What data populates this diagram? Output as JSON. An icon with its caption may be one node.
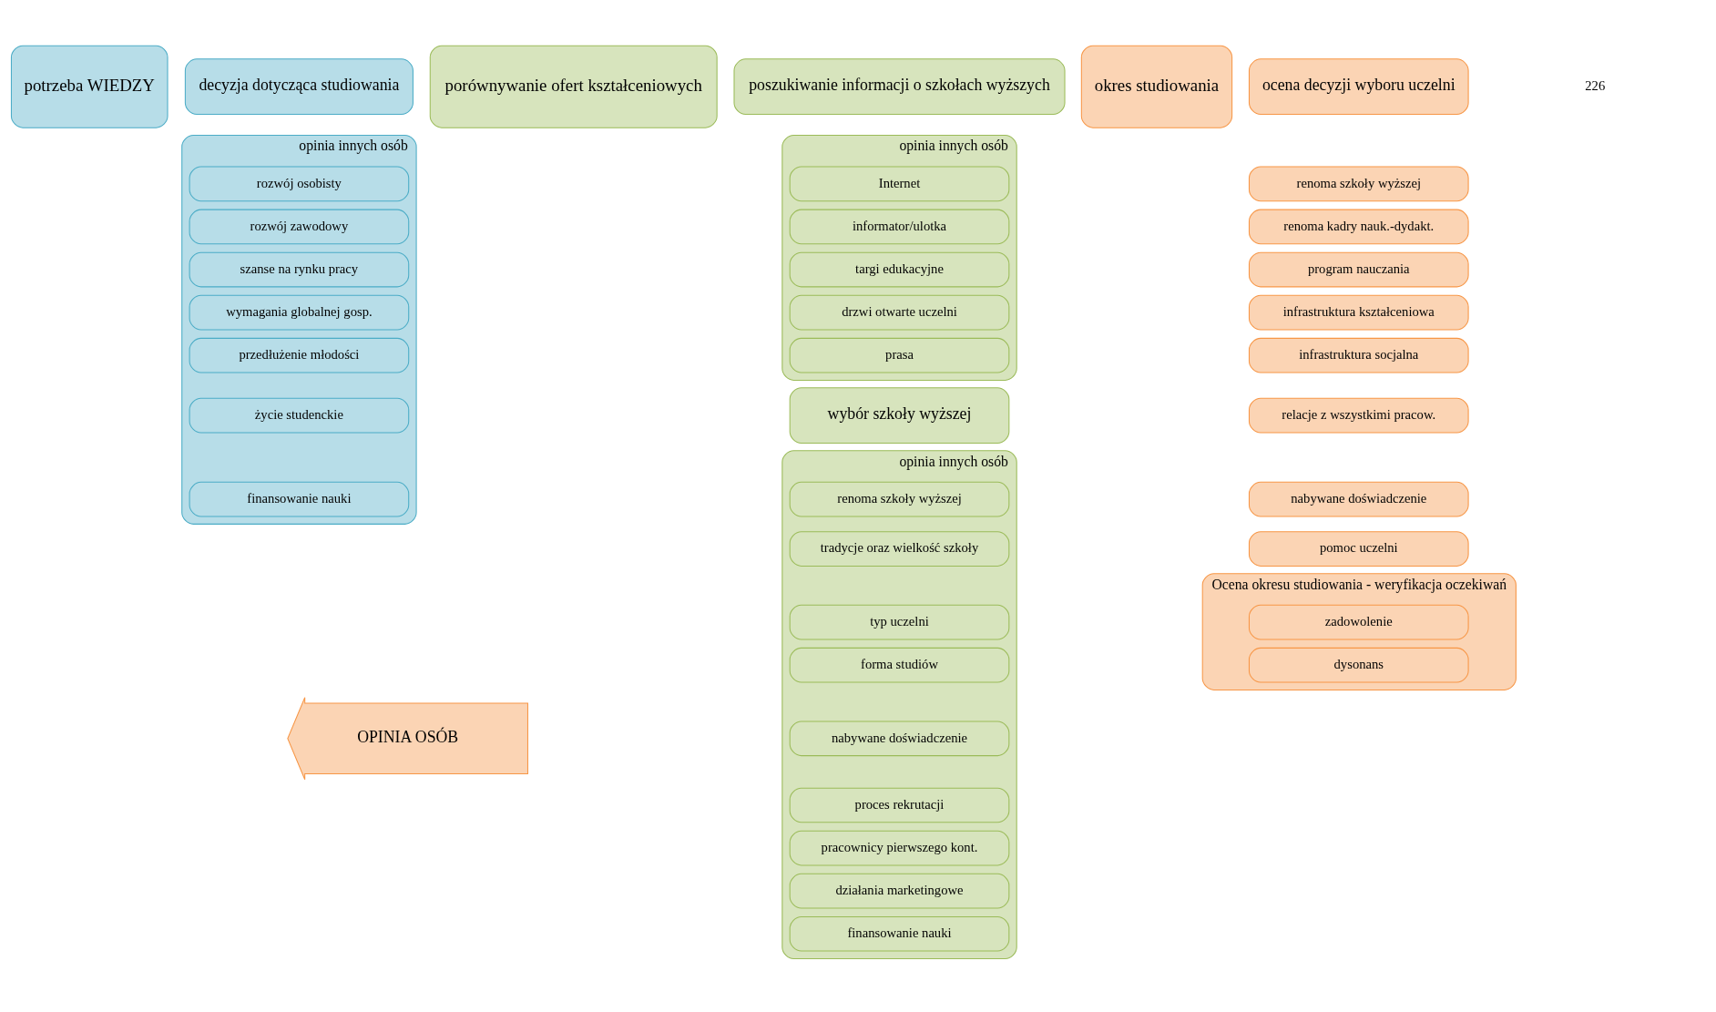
{
  "diagram": {
    "nodes": [
      {
        "text": [
          "potrzeba WIEDZY"
        ]
      },
      {
        "text": [
          "decyzja dotycząca studiowania"
        ]
      },
      {
        "text": [
          "opinia innych osób"
        ]
      },
      {
        "text": [
          "rozwój osobisty"
        ],
        "in": 2
      },
      {
        "text": [
          "rozwój zawodowy"
        ],
        "in": 2
      },
      {
        "text": [
          "szanse na rynku pracy"
        ],
        "in": 2
      },
      {
        "text": [
          "wymagania globalnej gosp."
        ],
        "in": 2
      },
      {
        "text": [
          "przedłużenie młodości"
        ],
        "in": 2
      },
      {
        "text": [
          "życie studenckie"
        ],
        "in": 2
      },
      {
        "text": [
          "finansowanie nauki"
        ],
        "in": 2
      },
      {
        "text": [
          "porównywanie ofert kształceniowych"
        ]
      },
      {
        "text": [
          "poszukiwanie informacji o szkołach wyższych"
        ]
      },
      {
        "text": [
          "opinia innych osób"
        ]
      },
      {
        "text": [
          "Internet"
        ],
        "in": 12
      },
      {
        "text": [
          "informator/ulotka"
        ],
        "in": 12
      },
      {
        "text": [
          "targi edukacyjne"
        ],
        "in": 12
      },
      {
        "text": [
          "drzwi otwarte uczelni"
        ],
        "in": 12
      },
      {
        "text": [
          "prasa"
        ],
        "in": 12
      },
      {
        "text": [
          "wybór szkoły wyższej"
        ]
      },
      {
        "text": [
          "opinia innych osób"
        ]
      },
      {
        "text": [
          "renoma szkoły wyższej"
        ],
        "in": 19
      },
      {
        "text": [
          "tradycje oraz wielkość szkoły"
        ],
        "in": 19
      },
      {
        "text": [
          "typ uczelni"
        ],
        "in": 19
      },
      {
        "text": [
          "forma studiów"
        ],
        "in": 19
      },
      {
        "text": [
          "nabywane doświadczenie"
        ],
        "in": 19
      },
      {
        "text": [
          "proces rekrutacji"
        ],
        "in": 19
      },
      {
        "text": [
          "pracownicy pierwszego kont."
        ],
        "in": 19
      },
      {
        "text": [
          "działania marketingowe"
        ],
        "in": 19
      },
      {
        "text": [
          "finansowanie nauki"
        ],
        "in": 19
      },
      {
        "text": [
          "okres studiowania"
        ]
      },
      {
        "text": [
          "ocena decyzji wyboru uczelni"
        ]
      },
      {
        "text": [
          "renoma szkoły wyższej"
        ]
      },
      {
        "text": [
          "renoma kadry nauk.-dydakt."
        ]
      },
      {
        "text": [
          "program nauczania"
        ]
      },
      {
        "text": [
          "infrastruktura kształceniowa"
        ]
      },
      {
        "text": [
          "infrastruktura socjalna"
        ]
      },
      {
        "text": [
          "relacje z wszystkimi pracow."
        ]
      },
      {
        "text": [
          "nabywane doświadczenie"
        ]
      },
      {
        "text": [
          "pomoc uczelni"
        ]
      },
      {
        "text": [
          "Ocena okresu studiowania - weryfikacja oczekiwań"
        ]
      },
      {
        "text": [
          "zadowolenie"
        ],
        "in": 39
      },
      {
        "text": [
          "dysonans"
        ],
        "in": 39
      },
      {
        "text": [
          "OPINIA OSÓB"
        ]
      }
    ],
    "labels": [
      "226"
    ]
  }
}
